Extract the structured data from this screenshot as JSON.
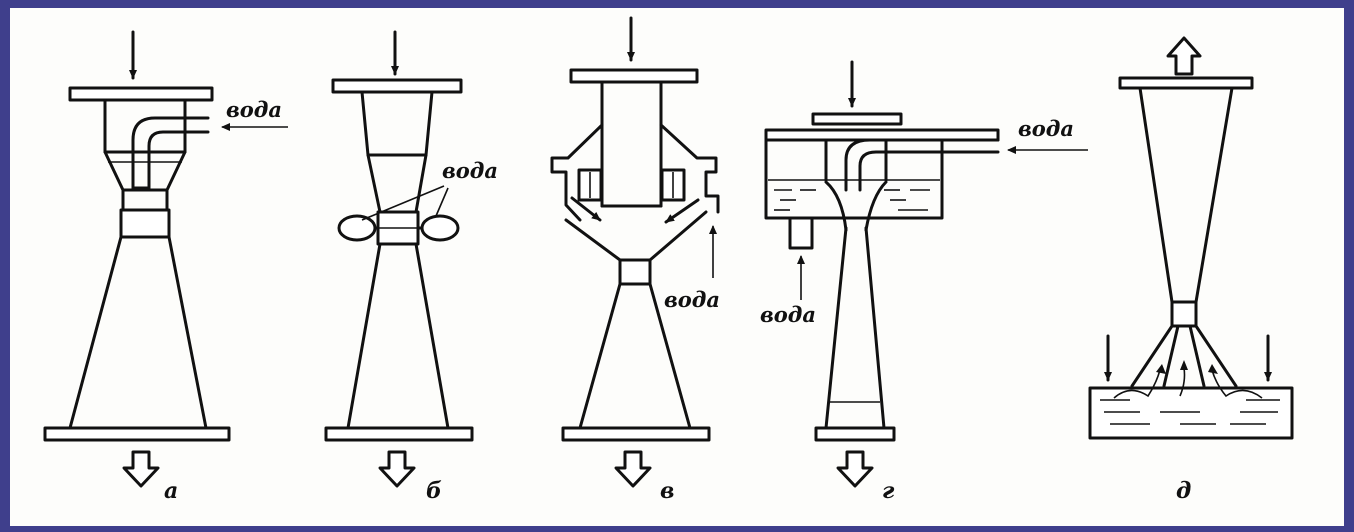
{
  "diagram": {
    "water_label": "вода",
    "panels": [
      {
        "letter": "а"
      },
      {
        "letter": "б"
      },
      {
        "letter": "в"
      },
      {
        "letter": "г"
      },
      {
        "letter": "д"
      }
    ]
  },
  "colors": {
    "border": "#3f3f8c",
    "background": "#fdfdfb",
    "ink": "#111111"
  }
}
